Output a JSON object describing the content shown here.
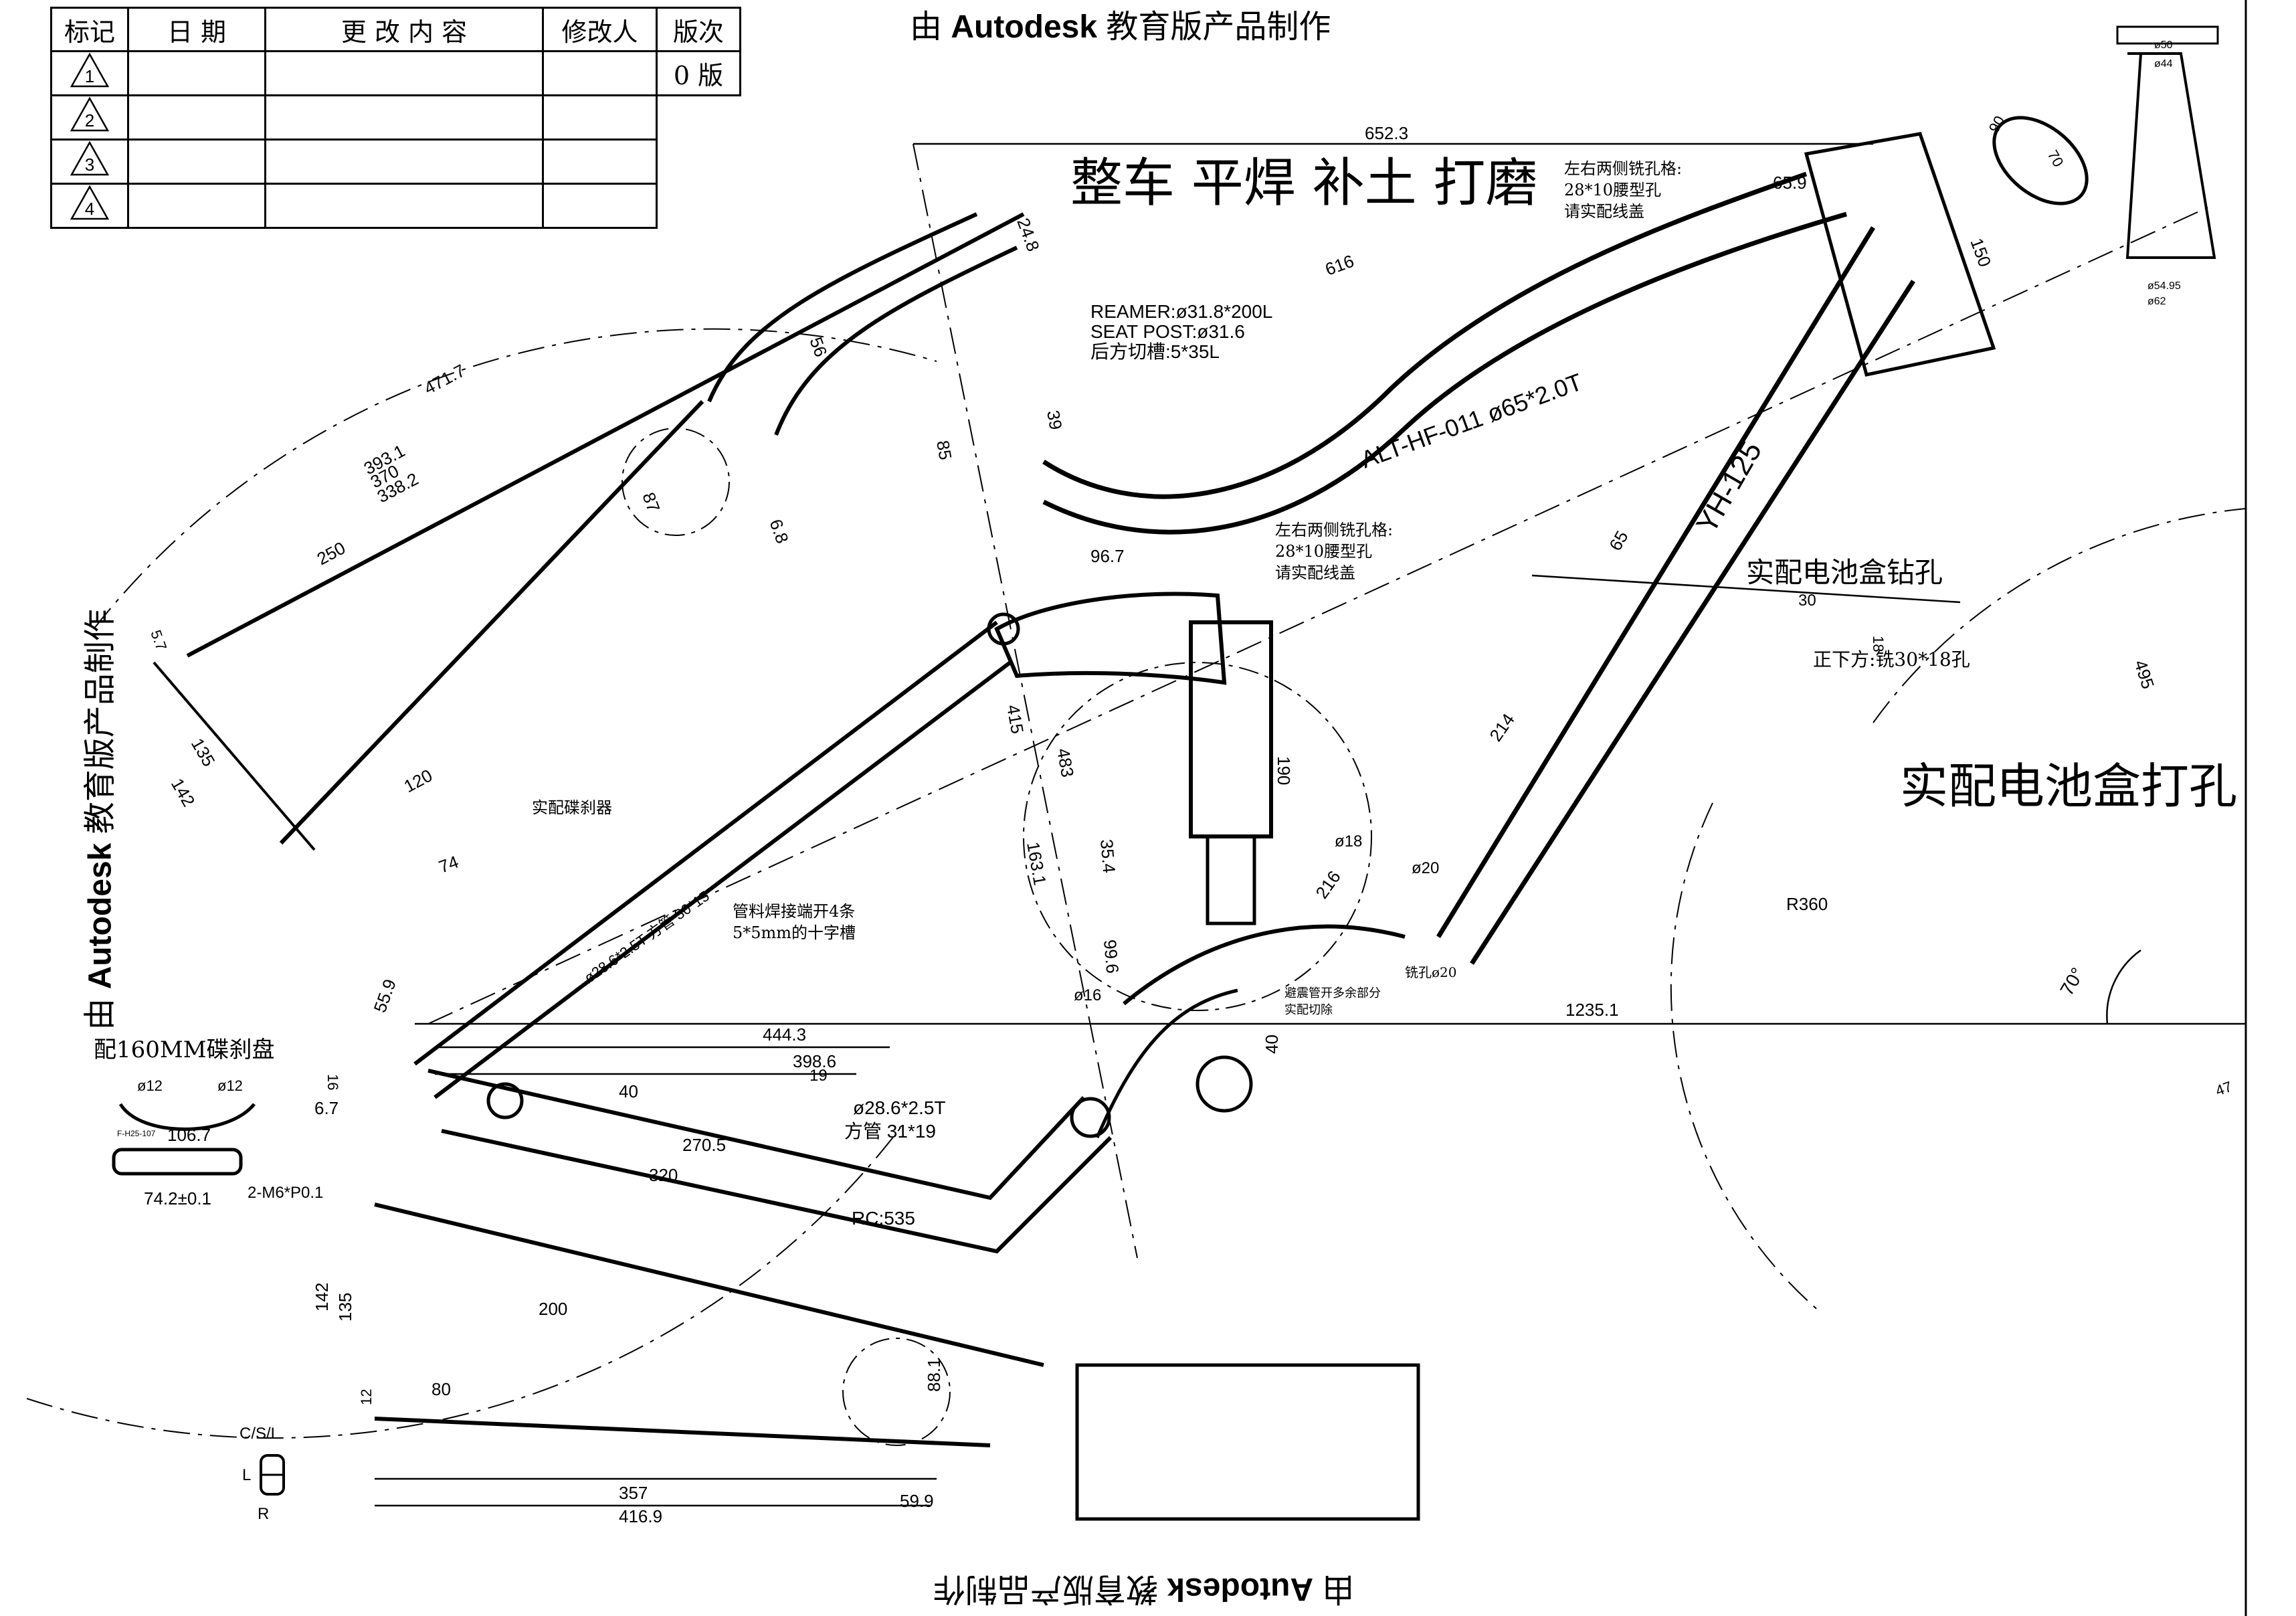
{
  "watermark": {
    "prefix": "由",
    "brand": "Autodesk",
    "suffix": "教育版产品制作"
  },
  "revision_table": {
    "headers": [
      "标记",
      "日 期",
      "更 改 内 容",
      "修改人",
      "版次"
    ],
    "rows": [
      {
        "mark": "1",
        "version": "0 版"
      },
      {
        "mark": "2",
        "version": ""
      },
      {
        "mark": "3",
        "version": ""
      },
      {
        "mark": "4",
        "version": ""
      }
    ]
  },
  "notes": {
    "title": "整车 平焊 补土 打磨",
    "milling_top_1": "左右两侧铣孔格:",
    "milling_top_2": "28*10腰型孔",
    "milling_top_3": "请实配线盖",
    "milling_mid_1": "左右两侧铣孔格:",
    "milling_mid_2": "28*10腰型孔",
    "milling_mid_3": "请实配线盖",
    "reamer": "REAMER:ø31.8*200L",
    "seatpost": "SEAT POST:ø31.6",
    "rear_slot": "后方切槽:5*35L",
    "part_no": "ALT-HF-011 ø65*2.0T",
    "yh": "YH-125",
    "battery_drill": "实配电池盒钻孔",
    "battery_hole": "实配电池盒打孔",
    "bottom_mill": "正下方:铣30*18孔",
    "disc_brake": "实配碟刹器",
    "tube_slot_1": "管料焊接端开4条",
    "tube_slot_2": "5*5mm的十字槽",
    "disc_160": "配160MM碟刹盘",
    "mill_hole": "铣孔ø20",
    "avoid_1": "避震管开多余部分",
    "avoid_2": "实配切除",
    "tube_spec_1": "ø28.6*2.5T 方管 30*15",
    "tube_spec_2": "ø28.6*2.5T",
    "tube_spec_3": "方管 31*19",
    "csl": "C/S/L",
    "l": "L",
    "r": "R",
    "m6": "2-M6*P0.1",
    "fh": "F-H25-107",
    "r360": "R360",
    "rc535": "RC:535",
    "angle70": "70°"
  },
  "dimensions": {
    "d652": "652.3",
    "d616": "616",
    "d65_9": "65.9",
    "d150": "150",
    "d495": "495",
    "d471": "471.7",
    "d393": "393.1",
    "d370": "370",
    "d338": "338.2",
    "d250": "250",
    "d135a": "135",
    "d142a": "142",
    "d120": "120",
    "d74": "74",
    "d55_9": "55.9",
    "d24_8": "24.8",
    "d56": "56",
    "d87": "87",
    "d6_8": "6.8",
    "d39": "39",
    "d85": "85",
    "d96_7": "96.7",
    "d415": "415",
    "d483": "483",
    "d163": "163.1",
    "d35_4": "35.4",
    "d99_6": "99.6",
    "d190": "190",
    "d214": "214",
    "d216": "216",
    "d18": "ø18",
    "d20": "ø20",
    "d16": "ø16",
    "d65": "65",
    "d30": "30",
    "d18b": "18",
    "d1235": "1235.1",
    "d444": "444.3",
    "d398": "398.6",
    "d40a": "40",
    "d40b": "40",
    "d270": "270.5",
    "d320": "320",
    "d19": "19",
    "d200": "200",
    "d80": "80",
    "d357": "357",
    "d416": "416.9",
    "d59_9": "59.9",
    "d88": "88.1",
    "d142b": "142",
    "d135b": "135",
    "d12": "12",
    "d106": "106.7",
    "d74_2": "74.2±0.1",
    "d6_7": "6.7",
    "d16b": "16",
    "d12a": "ø12",
    "d12b": "ø12",
    "d47": "47",
    "d5_7": "5.7"
  },
  "detail": {
    "d50": "ø50",
    "d44": "ø44",
    "d54": "ø54.95",
    "d62": "ø62",
    "d90": "90",
    "d70": "70"
  }
}
